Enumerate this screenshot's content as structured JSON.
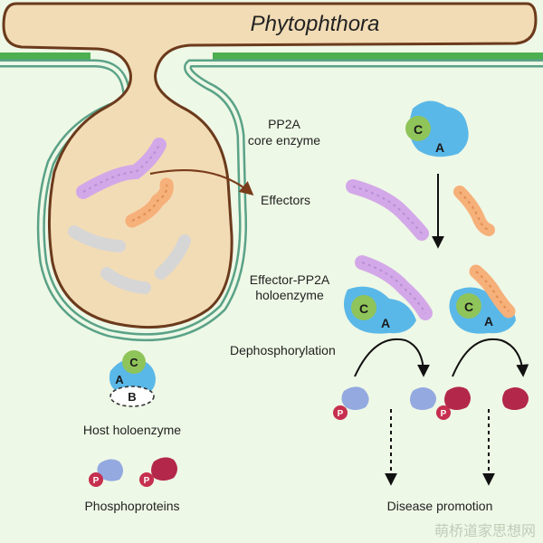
{
  "title": "Phytophthora",
  "labels": {
    "pp2a_core_line1": "PP2A",
    "pp2a_core_line2": "core enzyme",
    "effectors": "Effectors",
    "effector_holo_line1": "Effector-PP2A",
    "effector_holo_line2": "holoenzyme",
    "dephosphorylation": "Dephosphorylation",
    "host_holoenzyme": "Host holoenzyme",
    "phosphoproteins": "Phosphoproteins",
    "disease_promotion": "Disease promotion"
  },
  "subunits": {
    "a": "A",
    "b": "B",
    "c": "C",
    "p": "P"
  },
  "watermark": "萌桥道家思想网",
  "colors": {
    "background": "#eef8e6",
    "pathogen": "#f2dcb5",
    "membrane": "#5aa287",
    "host_wall": "#4caf50",
    "subunit_a": "#5ab8e8",
    "subunit_c": "#8fc45a",
    "effector_purple": "#d3a8e8",
    "effector_orange": "#f6b07a",
    "effector_gray": "#d6d6d6",
    "phospho_blue": "#93a9e0",
    "phospho_red": "#b2274a"
  }
}
